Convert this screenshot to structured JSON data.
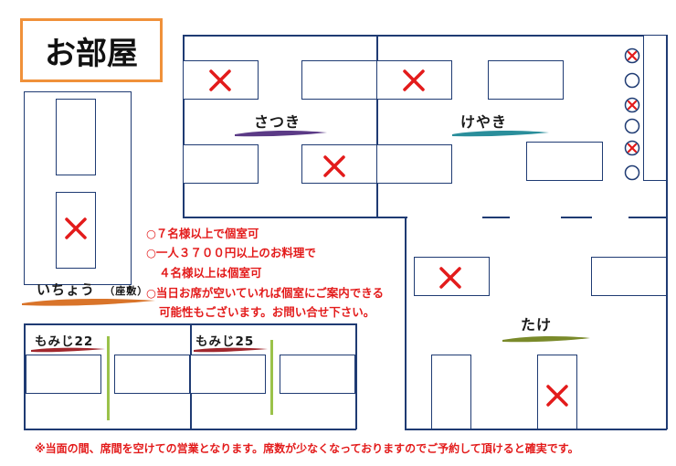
{
  "title": "お部屋",
  "rooms": {
    "satsuki": "さつき",
    "keyaki": "けやき",
    "take": "たけ",
    "ichou": "いちょう",
    "ichou_sub": "（座敷）",
    "momiji22": "もみじ22",
    "momiji25": "もみじ25"
  },
  "notes": {
    "line1": "○７名様以上で個室可",
    "line2": "○一人３７００円以上のお料理で",
    "line3": "４名様以上は個室可",
    "line4": "○当日お席が空いていれば個室にご案内できる",
    "line5": "可能性もございます。お問い合せ下さい。"
  },
  "footer": "※当面の間、席間を空けての営業となります。席数が少なくなっておりますのでご予約して頂けると確実です。",
  "colors": {
    "wall": "#1f3b73",
    "mark": "#e31b1b",
    "title_border": "#f0913a",
    "brush_satsuki": "#5b3a86",
    "brush_keyaki": "#2a8e9b",
    "brush_take": "#7a8a2a",
    "brush_ichou": "#d9742a",
    "brush_momiji": "#a0272d",
    "bamboo": "#9bc24a"
  }
}
